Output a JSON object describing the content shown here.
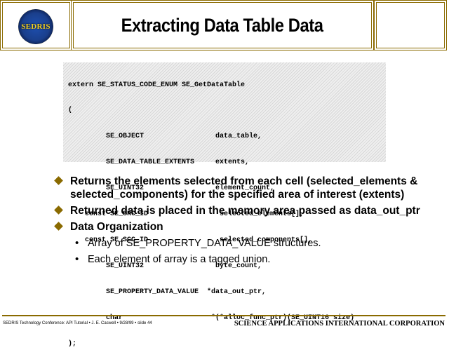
{
  "header": {
    "logo_text": "SEDRIS",
    "title": "Extracting Data Table Data"
  },
  "code_block": {
    "lines": [
      "extern SE_STATUS_CODE_ENUM SE_GetDataTable",
      "(",
      "         SE_OBJECT                 data_table,",
      "         SE_DATA_TABLE_EXTENTS     extents,",
      "         SE_UINT32                 element_count,",
      "    const SE_SRC_ID                 selected_elements[],",
      "    const SE_SCC_ID                 selected_components[],",
      "         SE_UINT32                 byte_count,",
      "         SE_PROPERTY_DATA_VALUE  *data_out_ptr,",
      "         char                     *(*alloc_func_ptr)(SE_UINT16 size)",
      ");"
    ]
  },
  "bullets": [
    "Returns the elements selected from each cell (selected_elements & selected_components) for the specified area of interest (extents)",
    "Returned data is placed in the memory area passed as data_out_ptr",
    "Data Organization"
  ],
  "sub_bullets": [
    "Array of SE_PROPERTY_DATA_VALUE structures.",
    "Each element of array is a tagged union."
  ],
  "footer": {
    "left": "SEDRIS Technology Conference: API Tutorial • J. E. Caswell • 9/28/99 • slide 44",
    "right": "SCIENCE APPLICATIONS INTERNATIONAL CORPORATION"
  },
  "colors": {
    "accent": "#8a6a00",
    "code_background": "#efefef"
  },
  "icons": {
    "bullet": "diamond-bullet-icon",
    "sub_bullet": "dot-bullet-icon"
  }
}
